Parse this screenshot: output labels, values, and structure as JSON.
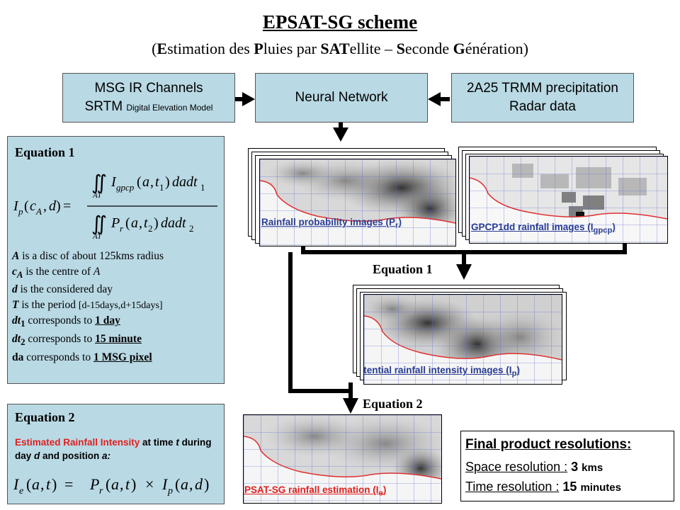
{
  "title": "EPSAT-SG scheme",
  "subtitle": {
    "open": "(",
    "parts": [
      {
        "b": "E",
        "t": "stimation des "
      },
      {
        "b": "P",
        "t": "luies par "
      },
      {
        "b": "SAT",
        "t": "ellite – "
      },
      {
        "b": "S",
        "t": "econde "
      },
      {
        "b": "G",
        "t": "énération"
      }
    ],
    "close": ")"
  },
  "inputs": {
    "msg_line1": "MSG IR Channels",
    "msg_line2": "SRTM",
    "msg_line2_small": "Digital Elevation Model",
    "nn": "Neural Network",
    "trmm_line1": "2A25 TRMM precipitation",
    "trmm_line2": "Radar data"
  },
  "equation1": {
    "title": "Equation 1",
    "lines": [
      {
        "v": "A",
        "t": " is a disc of about 125kms radius"
      },
      {
        "v": "c",
        "sub": "A",
        "t": " is the centre of ",
        "v2": "A"
      },
      {
        "v": "d",
        "t": " is the considered day"
      },
      {
        "v": "T",
        "t": " is the period ",
        "t2": "[d-15days,d+15days]"
      },
      {
        "v": "dt",
        "sub": "1",
        "t": " corresponds to ",
        "u": "1 day"
      },
      {
        "v": "dt",
        "sub": "2",
        "t": " corresponds to ",
        "u": "15 minute"
      },
      {
        "v": "da",
        "t": " corresponds to ",
        "u": "1 MSG pixel"
      }
    ]
  },
  "equation2": {
    "title": "Equation 2",
    "desc_red": "Estimated Rainfall Intensity",
    "desc_rest1": " at time ",
    "desc_t": "t",
    "desc_rest2": " during day ",
    "desc_d": "d",
    "desc_rest3": " and position ",
    "desc_a": "a:"
  },
  "maps": {
    "prob_label": "Rainfall probability images (P",
    "prob_sub": "r",
    "gpcp_label": "GPCP1dd rainfall images (I",
    "gpcp_sub": "gpcp",
    "pot_label": "Potential rainfall intensity images (I",
    "pot_sub": "p",
    "est_label": "EPSAT-SG rainfall estimation (I",
    "est_sub": "e",
    "close": ")"
  },
  "flow": {
    "eq1_label": "Equation 1",
    "eq2_label": "Equation 2"
  },
  "final": {
    "title": "Final product resolutions:",
    "space_label": "Space resolution :",
    "space_value": "3",
    "space_unit": "kms",
    "time_label": "Time resolution :",
    "time_value": "15",
    "time_unit": "minutes"
  },
  "colors": {
    "panel": "#b9d9e4",
    "label_blue": "#2a3d92",
    "label_red": "#e02020"
  }
}
